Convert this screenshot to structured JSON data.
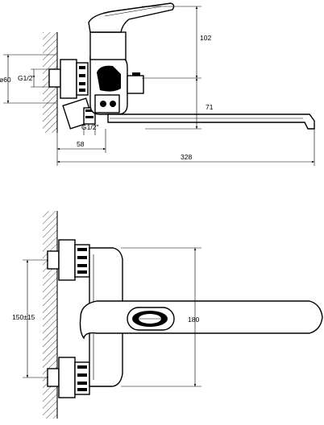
{
  "side_view": {
    "dimensions": {
      "height_handle": "102",
      "diameter_rosette": "ø60",
      "thread_top": "G1/2\"",
      "spout_offset": "71",
      "thread_bottom": "G1/2\"",
      "wall_to_axis": "58",
      "spout_length": "328"
    }
  },
  "front_view": {
    "dimensions": {
      "center_distance": "150±15",
      "spout_reach": "180"
    }
  }
}
